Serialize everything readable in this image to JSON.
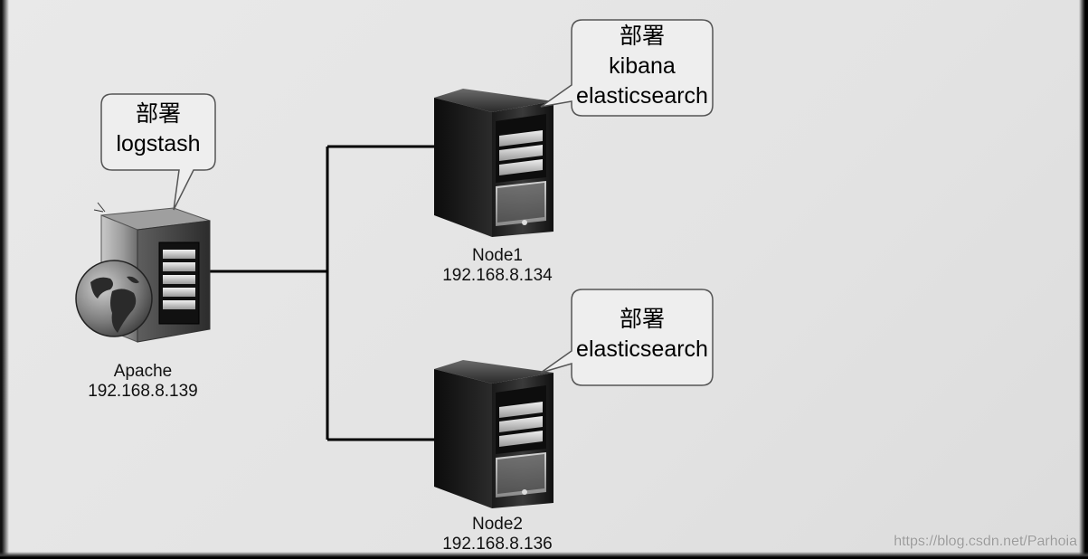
{
  "nodes": {
    "apache": {
      "name": "Apache",
      "ip": "192.168.8.139"
    },
    "node1": {
      "name": "Node1",
      "ip": "192.168.8.134"
    },
    "node2": {
      "name": "Node2",
      "ip": "192.168.8.136"
    }
  },
  "callouts": {
    "apache": {
      "title": "部署",
      "line1": "logstash"
    },
    "node1": {
      "title": "部署",
      "line1": "kibana",
      "line2": "elasticsearch"
    },
    "node2": {
      "title": "部署",
      "line1": "elasticsearch"
    }
  },
  "watermark": "https://blog.csdn.net/Parhoia"
}
